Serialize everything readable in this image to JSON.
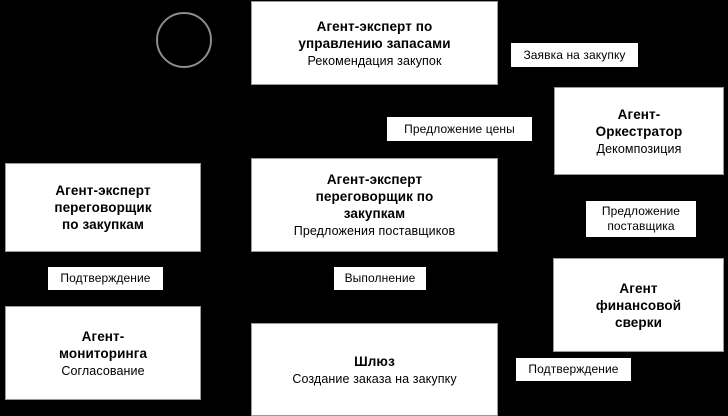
{
  "diagram": {
    "background_color": "#000000",
    "node_fill": "#ffffff",
    "node_border": "#9a9a9a",
    "circle_color": "#8c8c8c",
    "nodes": [
      {
        "id": "inventory-agent",
        "title": "Агент-эксперт по\nуправлению запасами",
        "title_line1": "Агент-эксперт по",
        "title_line2": "управлению запасами",
        "subtitle": "Рекомендация закупок"
      },
      {
        "id": "orchestrator-agent",
        "title_line1": "Агент-",
        "title_line2": "Оркестратор",
        "subtitle": "Декомпозиция"
      },
      {
        "id": "negotiator-agent-left",
        "title_line1": "Агент-эксперт",
        "title_line2": "переговорщик",
        "title_line3": "по закупкам",
        "subtitle": ""
      },
      {
        "id": "negotiator-agent-center",
        "title_line1": "Агент-эксперт",
        "title_line2": "переговорщик по",
        "title_line3": "закупкам",
        "subtitle": "Предложения поставщиков"
      },
      {
        "id": "finance-agent",
        "title_line1": "Агент",
        "title_line2": "финансовой",
        "title_line3": "сверки",
        "subtitle": ""
      },
      {
        "id": "monitoring-agent",
        "title_line1": "Агент-",
        "title_line2": "мониторинга",
        "subtitle": "Согласование"
      },
      {
        "id": "gateway",
        "title_line1": "Шлюз",
        "subtitle": "Создание заказа на закупку"
      }
    ],
    "edge_labels": [
      {
        "id": "purchase-request",
        "text": "Заявка на закупку"
      },
      {
        "id": "price-offer",
        "text": "Предложение цены"
      },
      {
        "id": "supplier-offer",
        "text": "Предложение\nпоставщика",
        "line1": "Предложение",
        "line2": "поставщика"
      },
      {
        "id": "confirmation-left",
        "text": "Подтверждение"
      },
      {
        "id": "execution",
        "text": "Выполнение"
      },
      {
        "id": "confirmation-right",
        "text": "Подтверждение"
      }
    ]
  }
}
